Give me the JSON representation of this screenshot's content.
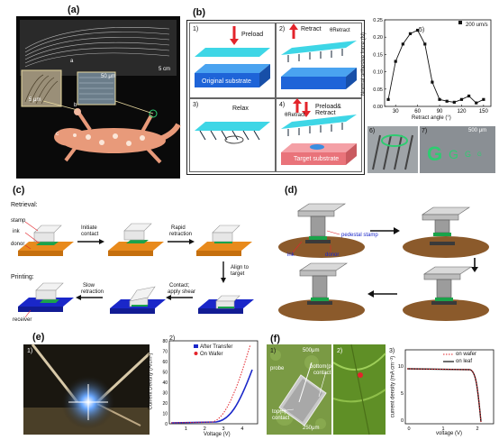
{
  "panel_labels": {
    "a": "(a)",
    "b": "(b)",
    "c": "(c)",
    "d": "(d)",
    "e": "(e)",
    "f": "(f)"
  },
  "panel_a": {
    "scale_main": "5 cm",
    "scale_inset1": "5 μm",
    "scale_inset2": "50 μm",
    "letter_a": "a",
    "letter_b": "b",
    "letter_c": "c"
  },
  "panel_b": {
    "steps": [
      {
        "num": "1)",
        "label": "Preload",
        "sub": "Original substrate"
      },
      {
        "num": "2)",
        "label": "Retract",
        "sub": "θRetract"
      },
      {
        "num": "3)",
        "label": "Relax",
        "sub": ""
      },
      {
        "num": "4)",
        "label": "Preload& Retract",
        "sub": "Target substrate",
        "theta": "θRetract"
      }
    ],
    "inset_labels": {
      "six": "6)",
      "seven": "7)",
      "scale": "500 μm"
    }
  },
  "chart_data": {
    "type": "line",
    "panel_num": "5)",
    "xlabel": "Retract angle (°)",
    "ylabel": "Normal adhesive force (N)",
    "xlim": [
      15,
      160
    ],
    "ylim": [
      0.0,
      0.25
    ],
    "xticks": [
      30,
      60,
      90,
      120,
      150
    ],
    "yticks": [
      "0.00",
      "0.05",
      "0.10",
      "0.15",
      "0.20",
      "0.25"
    ],
    "series": [
      {
        "name": "200 um/s",
        "x": [
          20,
          30,
          40,
          50,
          60,
          70,
          80,
          90,
          100,
          110,
          120,
          130,
          140,
          150
        ],
        "y": [
          0.02,
          0.13,
          0.18,
          0.21,
          0.22,
          0.18,
          0.07,
          0.02,
          0.015,
          0.012,
          0.02,
          0.03,
          0.01,
          0.02
        ]
      }
    ]
  },
  "panel_c": {
    "retrieval": "Retrieval:",
    "printing": "Printing:",
    "stamp": "stamp",
    "ink": "ink",
    "donor": "donor",
    "receiver": "receiver",
    "initiate": "Initiate",
    "contact": "contact",
    "rapid": "Rapid",
    "retraction": "retraction",
    "align1": "Align to",
    "align2": "target",
    "slow1": "Slow",
    "slow2": "retraction",
    "contact1": "Contact;",
    "contact2": "apply shear"
  },
  "panel_d": {
    "pedestal": "pedestal stamp",
    "ink": "ink",
    "donor": "donor"
  },
  "panel_e": {
    "photo_num": "1)",
    "chart_num": "2)",
    "legend": [
      "After Transfer",
      "On Wafer"
    ],
    "xlabel": "Voltage (V)",
    "ylabel": "Current Density (A/cm²)",
    "xticks": [
      "1",
      "2",
      "3",
      "4"
    ],
    "yticks": [
      "0",
      "10",
      "20",
      "30",
      "40",
      "50",
      "60",
      "70",
      "80"
    ]
  },
  "panel_f": {
    "photo_num1": "1)",
    "photo_num2": "2)",
    "chart_num": "3)",
    "probe": "probe",
    "bottom1": "bottom(p)",
    "bottom2": "contact",
    "top1": "top(n)",
    "top2": "contact",
    "scale1": "500μm",
    "scale2": "250μm",
    "legend": [
      "on wafer",
      "on leaf"
    ],
    "xlabel": "voltage (V)",
    "ylabel": "current density (mA cm⁻²)",
    "xticks": [
      "0",
      "1",
      "2"
    ],
    "yticks": [
      "0",
      "5",
      "10"
    ]
  },
  "colors": {
    "cyan": "#3ed6e6",
    "blue_sub": "#1e64d8",
    "orange_donor": "#e88a1c",
    "green_ink": "#1aa34a",
    "navy_receiver": "#1a27c9",
    "pink_target": "#e9737a",
    "red_line": "#e3242b",
    "brown_disk": "#8b5a2b"
  }
}
